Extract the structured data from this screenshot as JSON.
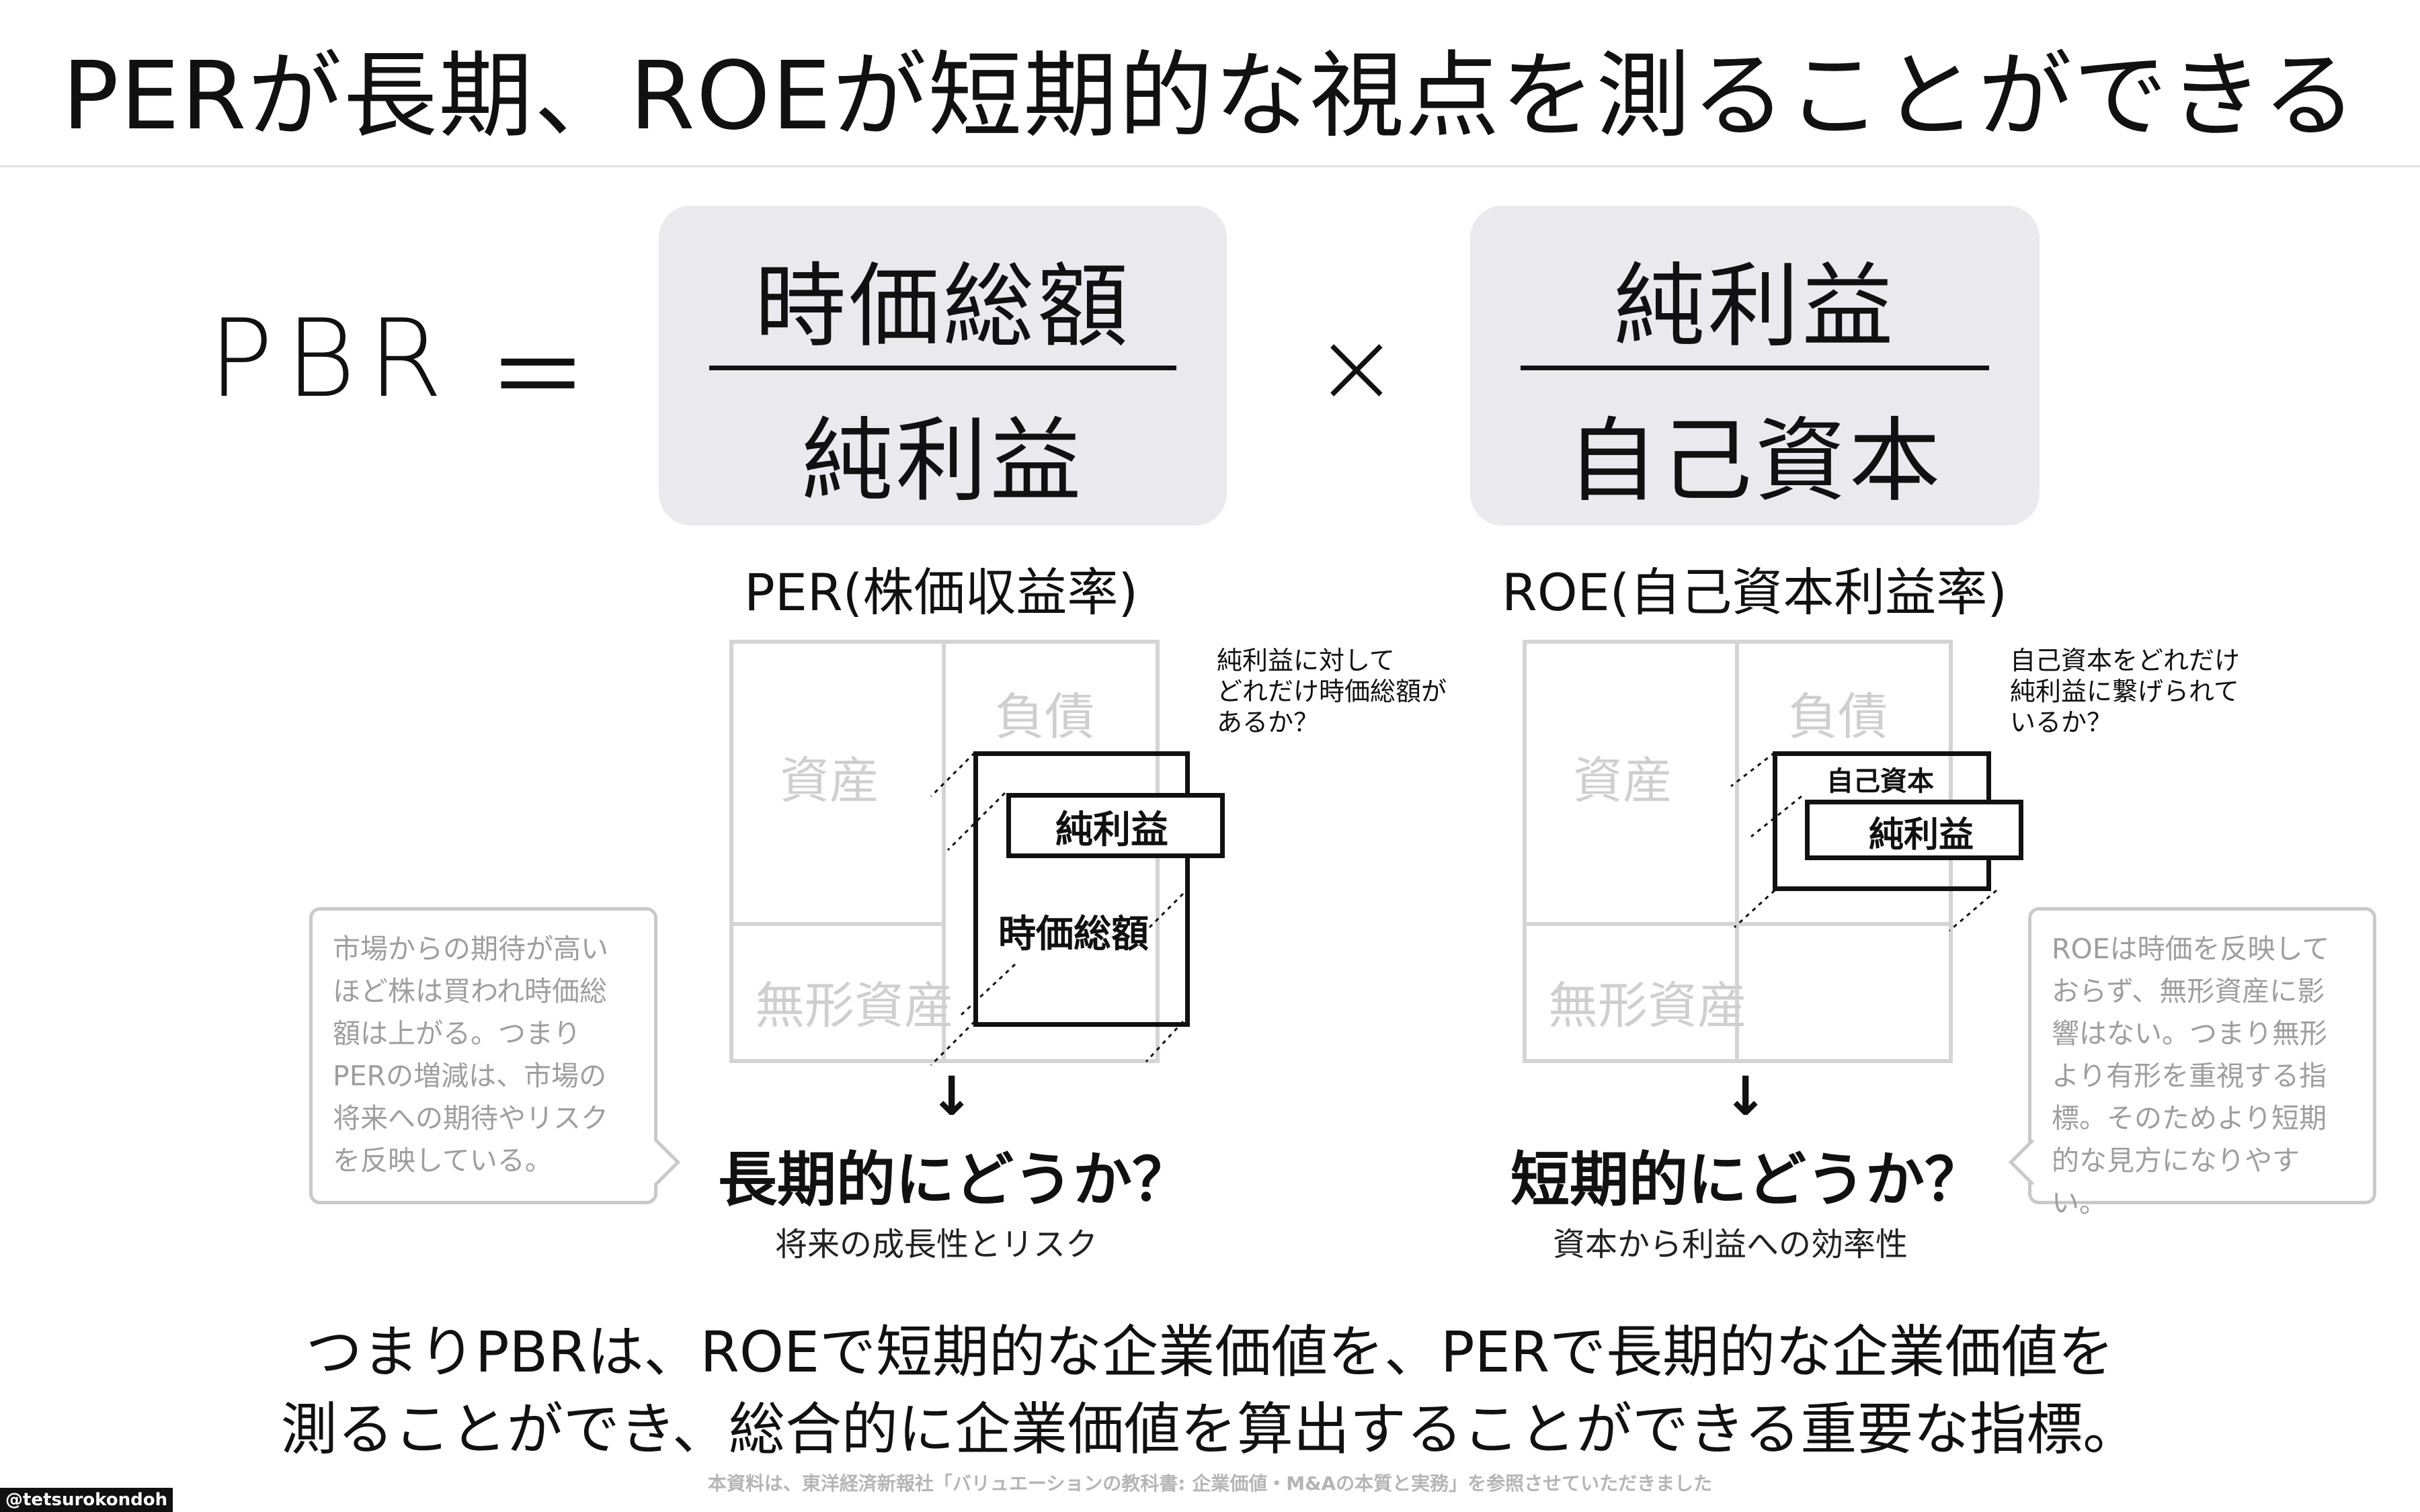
{
  "title": "PERが長期、ROEが短期的な視点を測ることができる",
  "formula": {
    "lhs": "PBR",
    "equals": "＝",
    "times": "×",
    "per_fraction": {
      "numerator": "時価総額",
      "denominator": "純利益"
    },
    "roe_fraction": {
      "numerator": "純利益",
      "denominator": "自己資本"
    }
  },
  "per": {
    "label": "PER(株価収益率)",
    "balance_sheet": {
      "assets": "資産",
      "liabilities": "負債",
      "intangible": "無形資産"
    },
    "net_income_box": "純利益",
    "market_cap_box": "時価総額",
    "side_note": [
      "純利益に対して",
      "どれだけ時価総額が",
      "あるか？"
    ],
    "callout": [
      "市場からの期待が高い",
      "ほど株は買われ時価総",
      "額は上がる。つまり",
      "PERの増減は、市場の",
      "将来への期待やリスク",
      "を反映している。"
    ],
    "arrow": "↓",
    "question": "長期的にどうか？",
    "subtitle": "将来の成長性とリスク"
  },
  "roe": {
    "label": "ROE(自己資本利益率)",
    "balance_sheet": {
      "assets": "資産",
      "liabilities": "負債",
      "intangible": "無形資産"
    },
    "equity_box": "自己資本",
    "net_income_box": "純利益",
    "side_note": [
      "自己資本をどれだけ",
      "純利益に繋げられて",
      "いるか？"
    ],
    "callout": [
      "ROEは時価を反映して",
      "おらず、無形資産に影",
      "響はない。つまり無形",
      "より有形を重視する指",
      "標。そのためより短期",
      "的な見方になりやすい。"
    ],
    "arrow": "↓",
    "question": "短期的にどうか？",
    "subtitle": "資本から利益への効率性"
  },
  "conclusion": [
    "つまりPBRは、ROEで短期的な企業価値を、PERで長期的な企業価値を",
    "測ることができ、総合的に企業価値を算出することができる重要な指標。"
  ],
  "source": "本資料は、東洋経済新報社「バリュエーションの教科書: 企業価値・M&Aの本質と実務」を参照させていただきました",
  "handle": "@tetsurokondoh",
  "colors": {
    "fraction_bg": "#e9e9ee",
    "faint_text": "#cfcfcf",
    "callout_text": "#9e9e9e",
    "accent": "#111111"
  }
}
